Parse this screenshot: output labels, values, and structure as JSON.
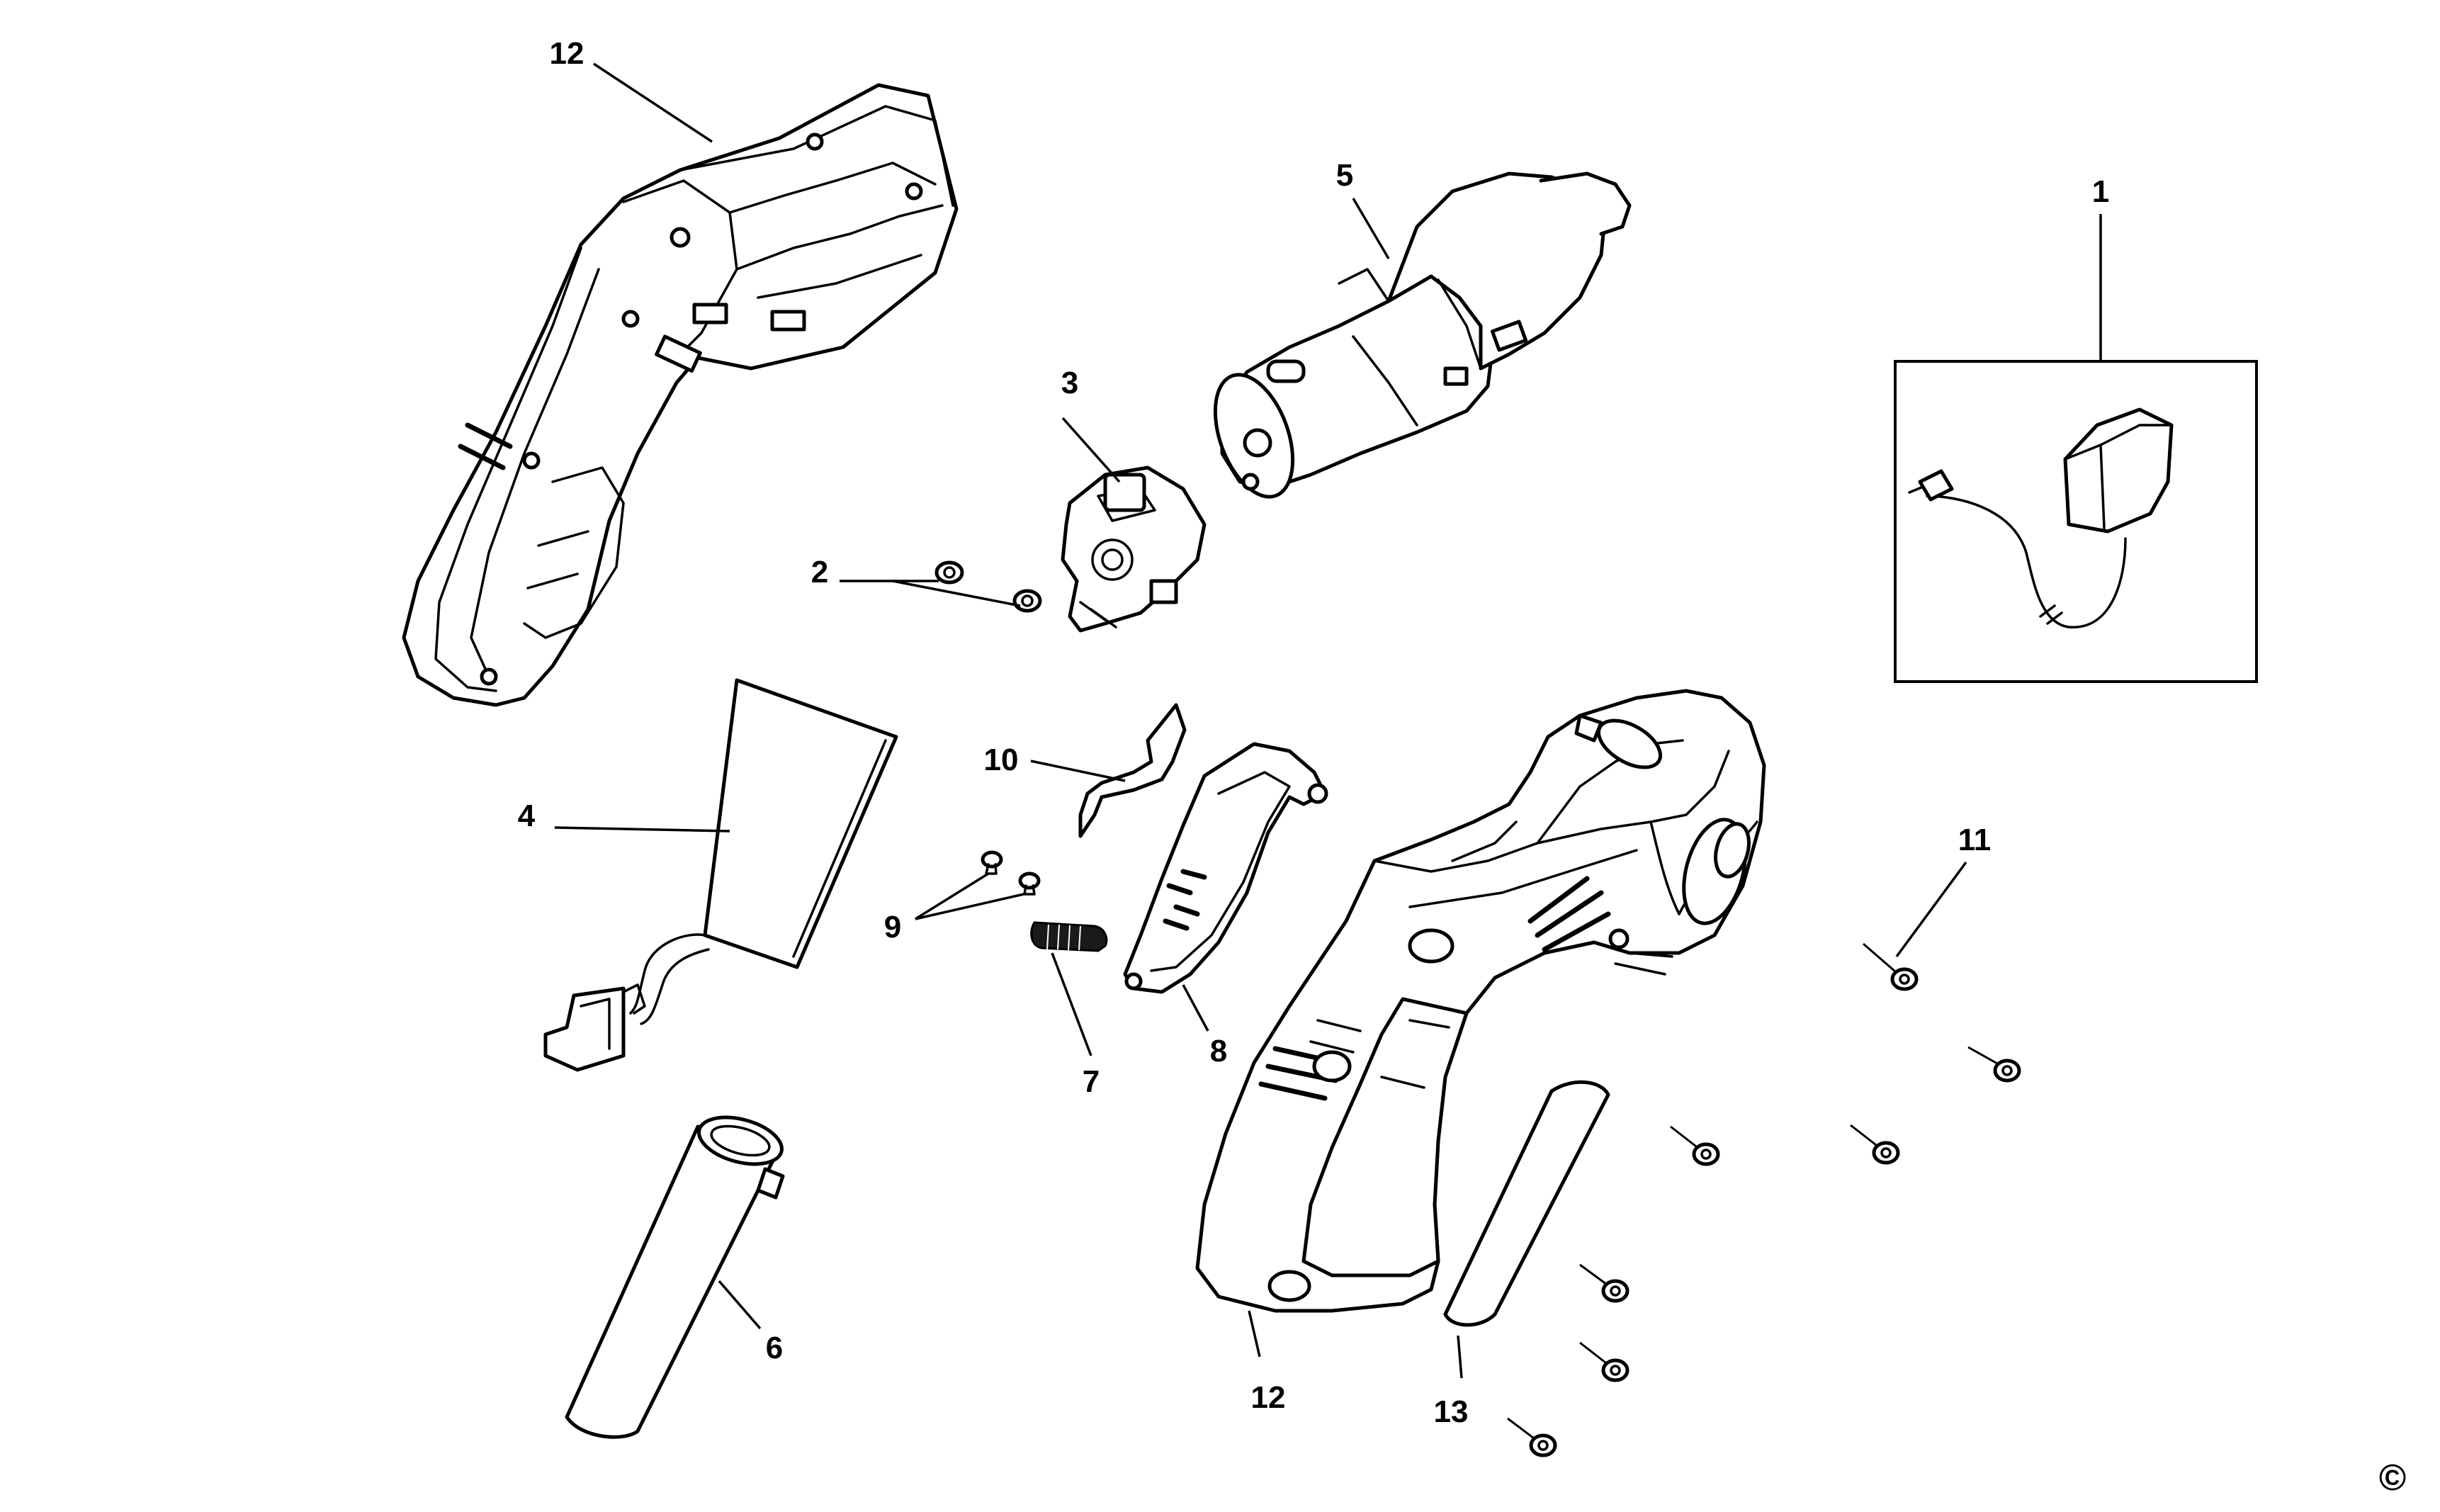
{
  "diagram": {
    "callouts": {
      "c1": "1",
      "c2": "2",
      "c3": "3",
      "c4": "4",
      "c5": "5",
      "c6": "6",
      "c7": "7",
      "c8": "8",
      "c9": "9",
      "c10": "10",
      "c11": "11",
      "c12_top": "12",
      "c12_bottom": "12",
      "c13": "13"
    },
    "copyright_symbol": "©"
  }
}
